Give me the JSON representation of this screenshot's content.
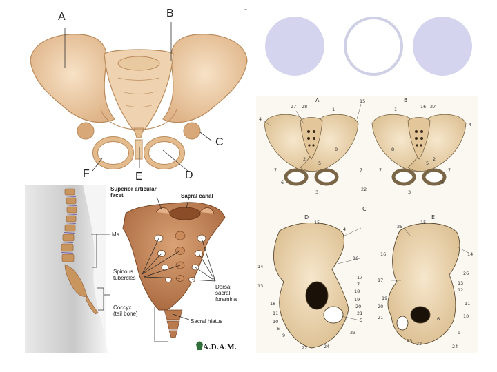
{
  "slide": {
    "accent_color": "#d4d4ee",
    "circle_border_color": "#cfcfe6",
    "bone_color": "#e8c59e",
    "sacrum_color": "#c58a5d",
    "circles": [
      "filled",
      "outline",
      "filled"
    ],
    "dash": "-"
  },
  "pelvis_front": {
    "labels": {
      "a": "A",
      "b": "B",
      "c": "C",
      "d": "D",
      "e": "E",
      "f": "F"
    }
  },
  "sacrum_panel": {
    "labels": {
      "superior_articular_facet": "Superior articular\nfacet",
      "sacral_canal": "Sacral canal",
      "ma": "Ma",
      "spinous_tubercles": "Spinous\ntubercles",
      "dorsal_sacral_foramina": "Dorsal\nsacral\nforamina",
      "coccyx": "Coccyx\n(tail bone)",
      "sacral_hiatus": "Sacral hiatus"
    },
    "logo": "A.D.A.M."
  },
  "pelvis_compare": {
    "section_labels": {
      "a": "A",
      "b": "B",
      "c": "C",
      "d": "D",
      "e": "E"
    },
    "numbers_top": [
      "27",
      "28",
      "1",
      "15",
      "1",
      "16",
      "27",
      "4",
      "4",
      "8",
      "8",
      "2",
      "2",
      "5",
      "5",
      "7",
      "7",
      "7",
      "7",
      "6",
      "6",
      "3",
      "22",
      "3"
    ],
    "numbers_bottom": [
      "15",
      "4",
      "16",
      "14",
      "13",
      "18",
      "11",
      "10",
      "6",
      "9",
      "17",
      "7",
      "18",
      "19",
      "20",
      "21",
      "5",
      "23",
      "22",
      "24",
      "25",
      "15",
      "16",
      "14",
      "26",
      "17",
      "13",
      "12",
      "19",
      "11",
      "20",
      "10",
      "21",
      "6",
      "23",
      "22",
      "9",
      "24"
    ]
  }
}
